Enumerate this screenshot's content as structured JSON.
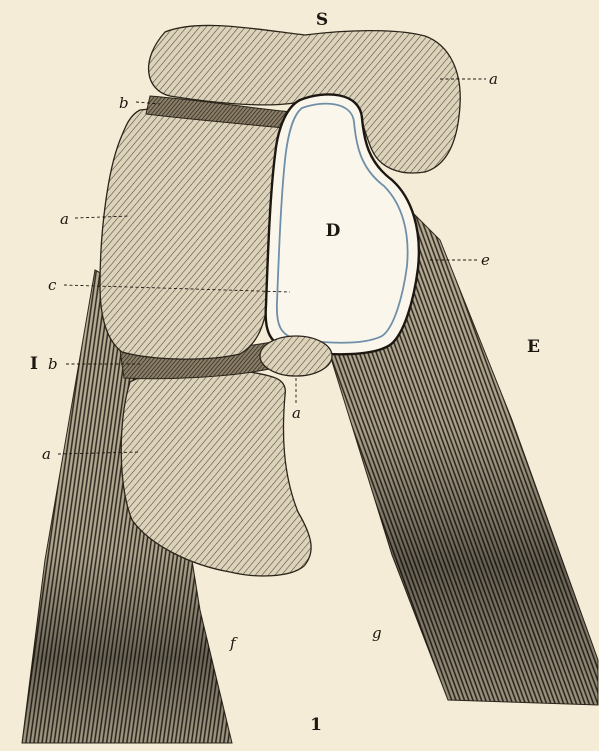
{
  "labels": {
    "S": "S",
    "D": "D",
    "E": "E",
    "I": "I",
    "c": "c",
    "a_upper": "a",
    "a_left": "a",
    "a_lower": "a",
    "a_small": "a",
    "b_upper": "b",
    "b_lower": "b",
    "e": "e",
    "f": "f",
    "g": "g",
    "figure_number": "1"
  },
  "colors": {
    "paper": "#f4ecd6",
    "ink": "#1c1710",
    "membrane": "#6f8fa8",
    "lumen": "#faf6ec"
  }
}
